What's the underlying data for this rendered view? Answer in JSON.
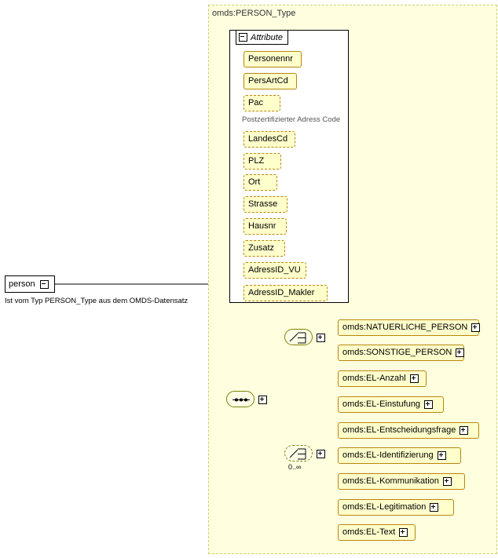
{
  "diagram": {
    "type_label": "omds:PERSON_Type",
    "root": {
      "label": "person",
      "caption": "Ist vom Typ PERSON_Type aus dem OMDS-Datensatz"
    },
    "attribute_group": {
      "label": "Attribute"
    },
    "attributes": [
      {
        "label": "Personennr",
        "optional": false,
        "note": ""
      },
      {
        "label": "PersArtCd",
        "optional": false,
        "note": ""
      },
      {
        "label": "Pac",
        "optional": true,
        "note": "Postzertifizierter Adress Code"
      },
      {
        "label": "LandesCd",
        "optional": true,
        "note": ""
      },
      {
        "label": "PLZ",
        "optional": true,
        "note": ""
      },
      {
        "label": "Ort",
        "optional": true,
        "note": ""
      },
      {
        "label": "Strasse",
        "optional": true,
        "note": ""
      },
      {
        "label": "Hausnr",
        "optional": true,
        "note": ""
      },
      {
        "label": "Zusatz",
        "optional": true,
        "note": ""
      },
      {
        "label": "AdressID_VU",
        "optional": true,
        "note": ""
      },
      {
        "label": "AdressID_Makler",
        "optional": true,
        "note": ""
      }
    ],
    "choice_group_1": {
      "symbol": "choice",
      "elements": [
        {
          "label": "omds:NATUERLICHE_PERSON",
          "optional": false
        },
        {
          "label": "omds:SONSTIGE_PERSON",
          "optional": false
        }
      ]
    },
    "sequence_group": {
      "symbol": "sequence"
    },
    "choice_group_2": {
      "symbol": "choice",
      "occurs": "0..∞",
      "elements": [
        {
          "label": "omds:EL-Anzahl",
          "optional": false
        },
        {
          "label": "omds:EL-Einstufung",
          "optional": false
        },
        {
          "label": "omds:EL-Entscheidungsfrage",
          "optional": false
        },
        {
          "label": "omds:EL-Identifizierung",
          "optional": false
        },
        {
          "label": "omds:EL-Kommunikation",
          "optional": false
        },
        {
          "label": "omds:EL-Legitimation",
          "optional": false
        },
        {
          "label": "omds:EL-Text",
          "optional": false
        }
      ]
    },
    "colors": {
      "type_fill": "#ffffe0",
      "type_border": "#cfcf6a",
      "node_fill": "#ffffcc",
      "node_border": "#b8860b",
      "line": "#000000"
    }
  }
}
